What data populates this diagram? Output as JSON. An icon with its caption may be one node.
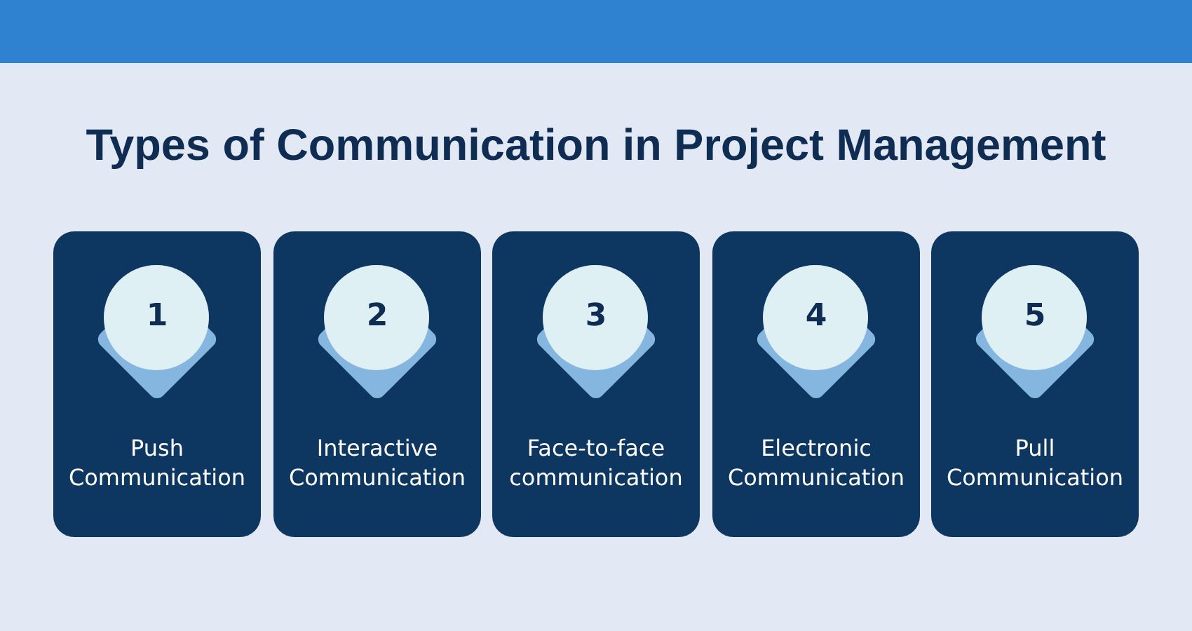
{
  "diagram": {
    "title": "Types of Communication in Project Management",
    "nodes": [
      {
        "text": [
          "Push Communication"
        ]
      },
      {
        "text": [
          "1"
        ],
        "in": 0
      },
      {
        "text": [
          "Interactive Communication"
        ]
      },
      {
        "text": [
          "2"
        ],
        "in": 2
      },
      {
        "text": [
          "Face-to-face communication"
        ]
      },
      {
        "text": [
          "3"
        ],
        "in": 4
      },
      {
        "text": [
          "Electronic Communication"
        ]
      },
      {
        "text": [
          "4"
        ],
        "in": 6
      },
      {
        "text": [
          "Pull Communication"
        ]
      },
      {
        "text": [
          "5"
        ],
        "in": 8
      }
    ]
  }
}
